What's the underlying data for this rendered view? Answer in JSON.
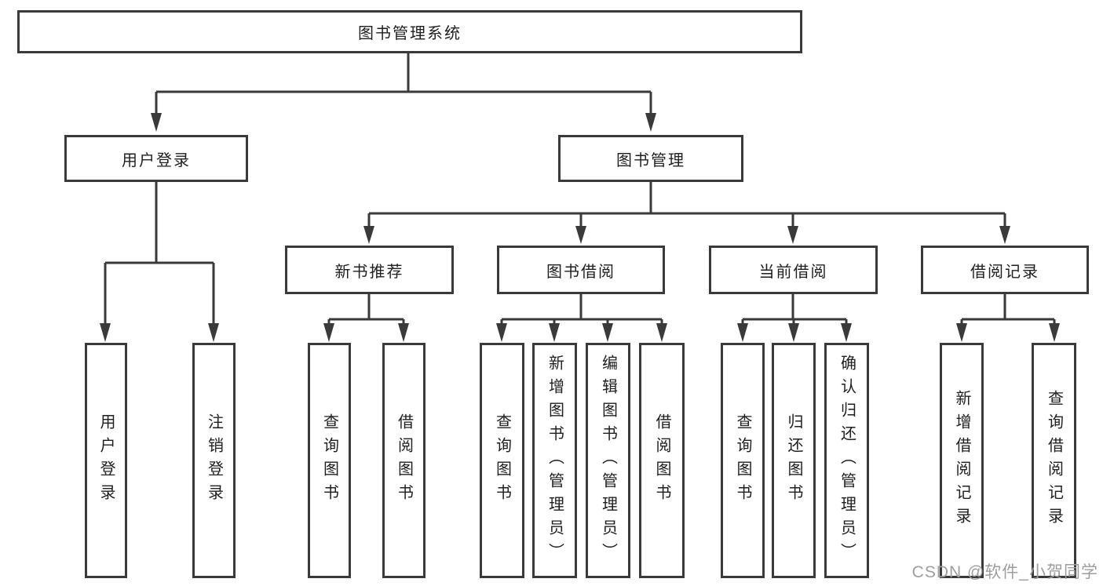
{
  "colors": {
    "line": "#3a3a3a",
    "text": "#1f1f1f",
    "watermark": "#9e9e9e",
    "background": "#ffffff"
  },
  "watermark": {
    "text": "CSDN @软件_小贺同学"
  },
  "tree": {
    "root": {
      "label": "图书管理系统"
    },
    "level2": [
      {
        "label": "用户登录",
        "children": [
          {
            "label": "用户登录"
          },
          {
            "label": "注销登录"
          }
        ]
      },
      {
        "label": "图书管理",
        "children": [
          {
            "label": "新书推荐",
            "children": [
              {
                "label": "查询图书"
              },
              {
                "label": "借阅图书"
              }
            ]
          },
          {
            "label": "图书借阅",
            "children": [
              {
                "label": "查询图书"
              },
              {
                "label": "新增图书（管理员）"
              },
              {
                "label": "编辑图书（管理员）"
              },
              {
                "label": "借阅图书"
              }
            ]
          },
          {
            "label": "当前借阅",
            "children": [
              {
                "label": "查询图书"
              },
              {
                "label": "归还图书"
              },
              {
                "label": "确认归还（管理员）"
              }
            ]
          },
          {
            "label": "借阅记录",
            "children": [
              {
                "label": "新增借阅记录"
              },
              {
                "label": "查询借阅记录"
              }
            ]
          }
        ]
      }
    ]
  }
}
